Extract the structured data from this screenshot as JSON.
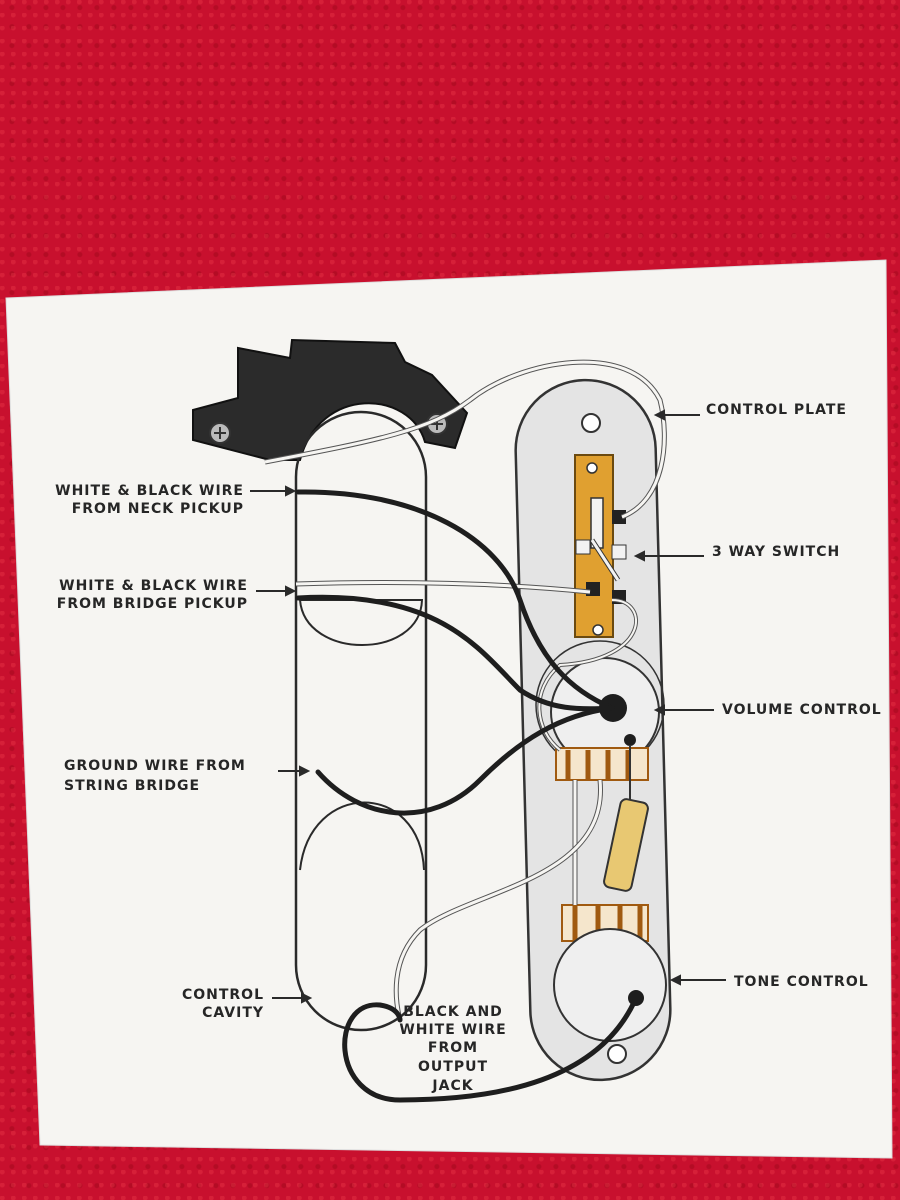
{
  "labels": {
    "control_plate": "CONTROL PLATE",
    "neck_wire_line1": "WHITE & BLACK WIRE",
    "neck_wire_line2": "FROM NECK PICKUP",
    "switch": "3 WAY SWITCH",
    "bridge_wire_line1": "WHITE & BLACK WIRE",
    "bridge_wire_line2": "FROM BRIDGE PICKUP",
    "volume": "VOLUME CONTROL",
    "ground_line1": "GROUND WIRE FROM",
    "ground_line2": "STRING BRIDGE",
    "tone": "TONE CONTROL",
    "cavity_line1": "CONTROL",
    "cavity_line2": "CAVITY",
    "output_line1": "BLACK AND",
    "output_line2": "WHITE WIRE",
    "output_line3": "FROM",
    "output_line4": "OUTPUT",
    "output_line5": "JACK"
  },
  "colors": {
    "background": "#c8102e",
    "paper": "#f6f5f2",
    "plate": "#e4e4e4",
    "wire_black": "#1e1e1e",
    "switch_body": "#e0a030",
    "capacitor": "#e8c872",
    "text": "#262626"
  }
}
